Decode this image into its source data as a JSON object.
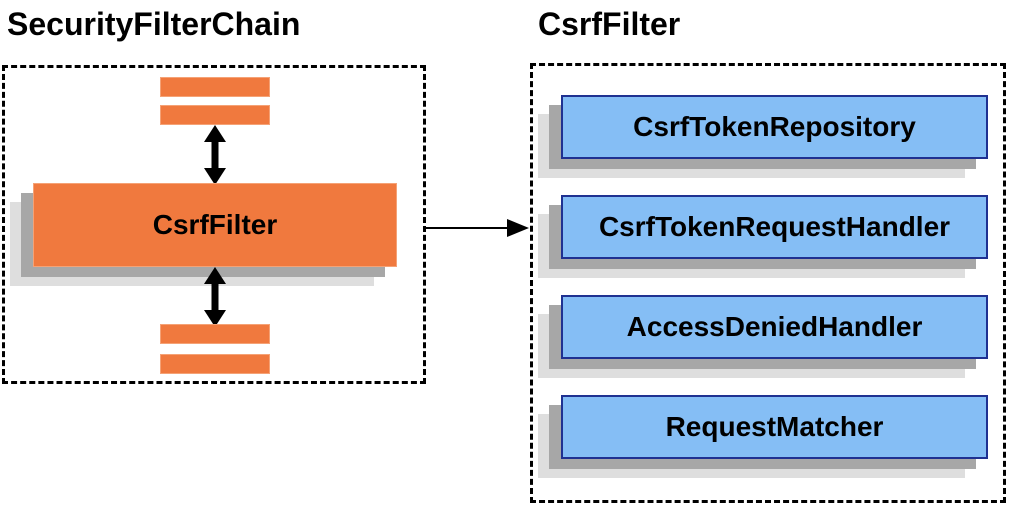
{
  "diagram": {
    "left_panel": {
      "title": "SecurityFilterChain",
      "filter_label": "CsrfFilter"
    },
    "right_panel": {
      "title": "CsrfFilter",
      "components": [
        "CsrfTokenRepository",
        "CsrfTokenRequestHandler",
        "AccessDeniedHandler",
        "RequestMatcher"
      ]
    },
    "colors": {
      "filter_orange": "#F0793E",
      "component_blue": "#85BEF5",
      "component_border_navy": "#1F3191",
      "shadow_gray": "#A7A7A7",
      "shadow_light_gray": "#DEDEDE",
      "outline_black": "#000000"
    }
  }
}
